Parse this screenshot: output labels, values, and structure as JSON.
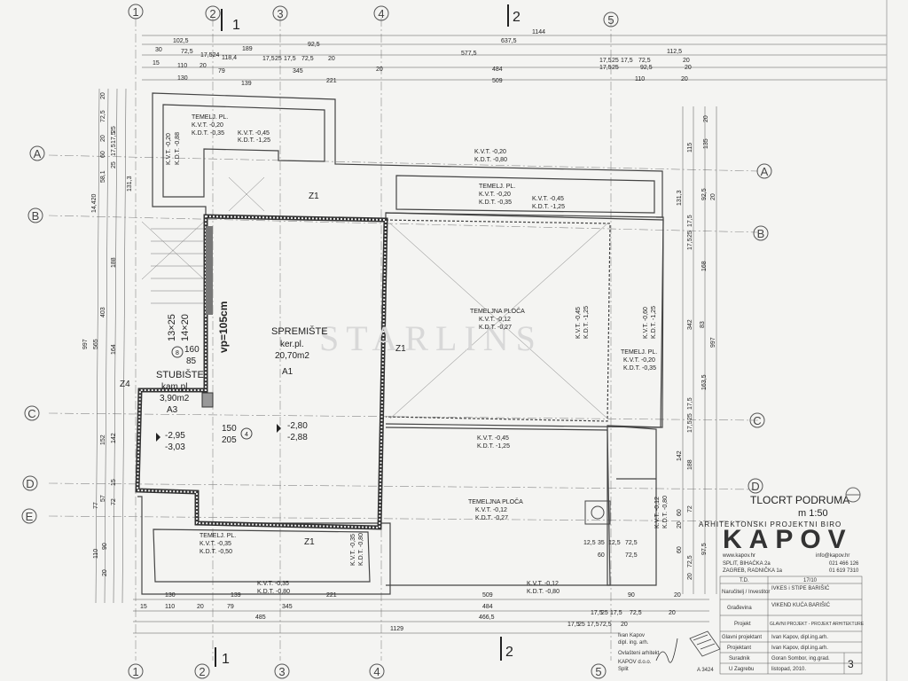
{
  "axes": {
    "vertical": [
      "1",
      "2",
      "3",
      "4",
      "5"
    ],
    "horizontal": [
      "A",
      "B",
      "C",
      "D",
      "E"
    ]
  },
  "section_marks": {
    "one": "1",
    "two": "2"
  },
  "dims_top": {
    "row1": [
      "1144",
      "637,5",
      "102,5",
      "189",
      "92,5",
      "112,5"
    ],
    "row2": [
      "30",
      "72,5",
      "17,524",
      "118,4",
      "17,5",
      "25",
      "17,5",
      "72,5",
      "20",
      "577,5",
      "17,5",
      "25",
      "17,5",
      "72,5",
      "20"
    ],
    "row3": [
      "15",
      "110",
      "20",
      "79",
      "345",
      "20",
      "484",
      "17,5",
      "25",
      "92,5",
      "20"
    ],
    "row4": [
      "130",
      "139",
      "221",
      "509",
      "110",
      "20"
    ]
  },
  "dims_bottom": {
    "row1": [
      "130",
      "139",
      "221",
      "509",
      "90",
      "20"
    ],
    "row2": [
      "15",
      "110",
      "20",
      "79",
      "345",
      "484",
      "17,5",
      "25",
      "17,5",
      "72,5",
      "20"
    ],
    "row3": [
      "485",
      "466,5",
      "17,5",
      "25",
      "17,5",
      "72,5",
      "20"
    ],
    "row4": [
      "1129"
    ]
  },
  "dims_left": [
    "20",
    "72,5",
    "20",
    "25",
    "17,5",
    "60",
    "17,5",
    "25",
    "131,3",
    "58,1",
    "14,420",
    "188",
    "403",
    "565",
    "997",
    "164",
    "142",
    "152",
    "15",
    "77",
    "57",
    "72",
    "110",
    "90",
    "20"
  ],
  "dims_right": [
    "20",
    "135",
    "115",
    "131,3",
    "92,5",
    "20",
    "17,5",
    "25",
    "17,5",
    "168",
    "342",
    "83",
    "997",
    "163,5",
    "17,5",
    "25",
    "17,5",
    "142",
    "188",
    "60",
    "20",
    "72",
    "97,5",
    "60",
    "72,5",
    "20"
  ],
  "footings": {
    "tl": {
      "label": "TEMELJ. PL.",
      "kvt": "K.V.T. -0,20",
      "kdt": "K.D.T. -0,35"
    },
    "tl_side": {
      "kvt": "K.V.T. -0,20",
      "kdt": "K.D.T. -0,88"
    },
    "tl_mid": {
      "kvt": "K.V.T. -0,45",
      "kdt": "K.D.T. -1,25"
    },
    "top_mid": {
      "kvt": "K.V.T. -0,20",
      "kdt": "K.D.T. -0,80"
    },
    "tr": {
      "label": "TEMELJ. PL.",
      "kvt": "K.V.T. -0,20",
      "kdt": "K.D.T. -0,35"
    },
    "tr_mid": {
      "kvt": "K.V.T. -0,45",
      "kdt": "K.D.T. -1,25"
    },
    "slab_top": {
      "label": "TEMELJNA PLOČA",
      "kvt": "K.V.T. -0,12",
      "kdt": "K.D.T. -0,27"
    },
    "slab_side": {
      "kvt": "K.V.T. -0,45",
      "kdt": "K.D.T. -1,25"
    },
    "slab_side2": {
      "kvt": "K.V.T. -0,60",
      "kdt": "K.D.T. -1,25"
    },
    "right_pl": {
      "label": "TEMELJ. PL.",
      "kvt": "K.V.T. -0,20",
      "kdt": "K.D.T. -0,35"
    },
    "mid_strip": {
      "kvt": "K.V.T. -0,45",
      "kdt": "K.D.T. -1,25"
    },
    "slab_bottom": {
      "label": "TEMELJNA PLOČA",
      "kvt": "K.V.T. -0,12",
      "kdt": "K.D.T. -0,27"
    },
    "right_low": {
      "kvt": "K.V.T. -0,12",
      "kdt": "K.D.T. -0,80"
    },
    "bl": {
      "label": "TEMELJ. PL.",
      "kvt": "K.V.T. -0,35",
      "kdt": "K.D.T. -0,50"
    },
    "bl_side": {
      "kvt": "K.V.T. -0,35",
      "kdt": "K.D.T. -0,80"
    },
    "bottom_left": {
      "kvt": "K.V.T. -0,35",
      "kdt": "K.D.T. -0,80"
    },
    "bottom_right": {
      "kvt": "K.V.T. -0,12",
      "kdt": "K.D.T. -0,80"
    }
  },
  "rooms": {
    "storage": {
      "name": "SPREMIŠTE",
      "floor": "ker.pl.",
      "area": "20,70m2",
      "code": "A1"
    },
    "stairs": {
      "name": "STUBIŠTE",
      "floor": "kam.pl.",
      "area": "3,90m2",
      "code": "A3"
    },
    "vp": "vp=105cm",
    "stair1": "13×25",
    "stair2": "14×20",
    "s160": "160",
    "s85": "85",
    "s150": "150",
    "s205": "205",
    "stair_no": "8",
    "num4": "4",
    "lvl1a": "-2,95",
    "lvl1b": "-3,03",
    "lvl2a": "-2,80",
    "lvl2b": "-2,88",
    "z1": "Z1",
    "z4": "Z4"
  },
  "detail_dims": [
    "12,5",
    "35",
    "12,5",
    "72,5",
    "60",
    "72,5"
  ],
  "watermark": "STARLINS",
  "plan_title": {
    "title": "TLOCRT PODRUMA",
    "scale": "m 1:50"
  },
  "firm": {
    "name_line": "ARHITEKTONSKI PROJEKTNI BIRO",
    "logo": "KAPOV",
    "web": "www.kapov.hr",
    "email": "info@kapov.hr",
    "address1": "SPLIT, BIHAĆKA 2a",
    "address2": "ZAGREB, RADNIČKA 1a",
    "phone1": "021 466 126",
    "phone2": "01 619 7310"
  },
  "title_block": {
    "td_label": "T.D.",
    "td_value": "17/10",
    "rows": [
      {
        "label": "Naručitelj / Investitor",
        "value": "IVKES i STIPE BARIŠIĆ"
      },
      {
        "label": "Građevina",
        "value": "VIKEND KUĆA BARIŠIĆ"
      },
      {
        "label": "Projekt",
        "value": "GLAVNI PROJEKT - PROJEKT ARHITEKTURE"
      },
      {
        "label": "Glavni projektant",
        "value": "Ivan Kapov, dipl.ing.arh."
      },
      {
        "label": "Projektant",
        "value": "Ivan Kapov, dipl.ing.arh."
      },
      {
        "label": "Suradnik",
        "value": "Goran Sombor, ing.grad."
      },
      {
        "label": "U Zagrebu",
        "value": "listopad, 2010."
      }
    ],
    "sheet_no": "3"
  },
  "signature": {
    "name": "Ivan Kapov",
    "title": "dipl. ing. arh.",
    "auth": "Ovlašteni arhitekt",
    "firm": "KAPOV d.o.o.",
    "city": "Split",
    "stamp": "A 3424"
  }
}
